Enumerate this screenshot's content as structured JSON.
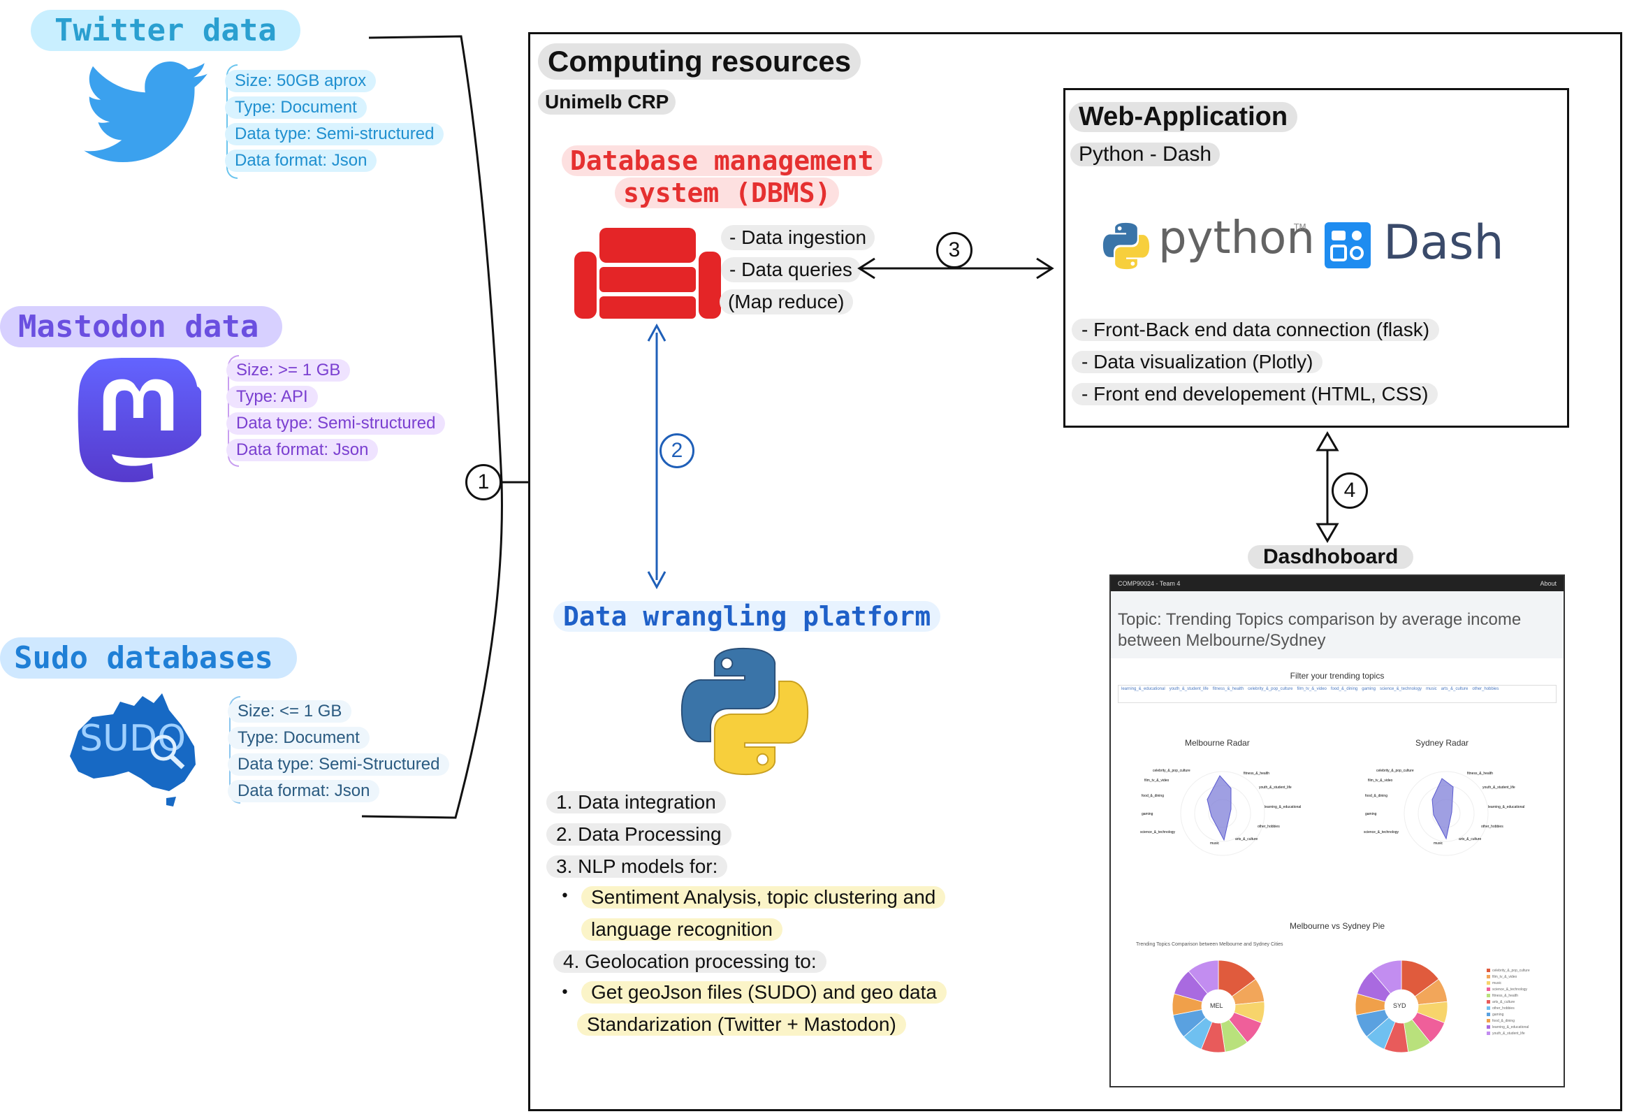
{
  "sources": {
    "twitter": {
      "title": "Twitter data",
      "icon": "twitter-bird-icon",
      "color": "#1da1f2",
      "attrs": [
        "Size: 50GB aprox",
        "Type: Document",
        "Data type: Semi-structured",
        "Data format: Json"
      ]
    },
    "mastodon": {
      "title": "Mastodon data",
      "icon": "mastodon-icon",
      "color": "#6a3fd4",
      "attrs": [
        "Size: >= 1 GB",
        "Type: API",
        "Data type: Semi-structured",
        "Data format: Json"
      ]
    },
    "sudo": {
      "title": "Sudo databases",
      "icon": "sudo-australia-icon",
      "logo_text": "SUDO",
      "color": "#1a7fd0",
      "attrs": [
        "Size: <= 1 GB",
        "Type: Document",
        "Data type: Semi-Structured",
        "Data format: Json"
      ]
    }
  },
  "computing": {
    "title": "Computing resources",
    "subtitle": "Unimelb CRP"
  },
  "dbms": {
    "title_line1": "Database management",
    "title_line2": "system (DBMS)",
    "icon": "couchdb-sofa-icon",
    "items": [
      "- Data ingestion",
      "- Data queries",
      "(Map reduce)"
    ]
  },
  "steps": [
    "1",
    "2",
    "3",
    "4"
  ],
  "webapp": {
    "title": "Web-Application",
    "subtitle": "Python - Dash",
    "python_logo_text": "python",
    "python_tm": "TM",
    "dash_logo_text": "Dash",
    "items": [
      "- Front-Back end data connection (flask)",
      "- Data visualization (Plotly)",
      "- Front end developement (HTML, CSS)"
    ]
  },
  "wrangling": {
    "title": "Data wrangling platform",
    "icon": "python-logo-icon",
    "items": [
      {
        "text": "1. Data integration",
        "type": "item"
      },
      {
        "text": "2. Data Processing",
        "type": "item"
      },
      {
        "text": "3. NLP models for:",
        "type": "item"
      },
      {
        "text": "Sentiment Analysis, topic clustering and",
        "type": "bullet"
      },
      {
        "text": "language recognition",
        "type": "cont"
      },
      {
        "text": "4. Geolocation processing to:",
        "type": "item"
      },
      {
        "text": "Get geoJson files (SUDO) and geo data",
        "type": "bullet"
      },
      {
        "text": "Standarization (Twitter + Mastodon)",
        "type": "cont"
      }
    ],
    "bullet_glyph": "•"
  },
  "dashboard": {
    "label": "Dasdhoboard",
    "topbar_title": "COMP90024 - Team 4",
    "topbar_right": "About",
    "topic": "Topic: Trending Topics comparison by average income between Melbourne/Sydney",
    "filter_title": "Filter your trending topics",
    "filter_tags": [
      "learning_&_educational",
      "youth_&_student_life",
      "fitness_&_health",
      "celebrity_&_pop_culture",
      "film_tv_&_video",
      "food_&_dining",
      "gaming",
      "science_&_technology",
      "music",
      "arts_&_culture",
      "other_hobbies"
    ],
    "radar_left_title": "Melbourne Radar",
    "radar_right_title": "Sydney Radar",
    "radar_axes": [
      "celebrity_&_pop_culture",
      "fitness_&_health",
      "youth_&_student_life",
      "learning_&_educational",
      "other_hobbies",
      "arts_&_culture",
      "music",
      "science_&_technology",
      "gaming",
      "food_&_dining",
      "film_tv_&_video"
    ],
    "pie_section_title": "Melbourne vs Sydney Pie",
    "pie_subtitle": "Trending Topics Comparison between Melbourne and Sydney Cities",
    "pie_left_center": "MEL",
    "pie_right_center": "SYD",
    "pie_colors": [
      "#e05b3d",
      "#f2a65a",
      "#f7d46b",
      "#ef5f9a",
      "#b9e17c",
      "#e85b5b",
      "#6fc0f0",
      "#5aa1e0",
      "#f0a04a",
      "#a96ae0",
      "#c28df0"
    ],
    "legend_items": [
      "celebrity_&_pop_culture",
      "film_tv_&_video",
      "music",
      "science_&_technology",
      "fitness_&_health",
      "arts_&_culture",
      "other_hobbies",
      "gaming",
      "food_&_dining",
      "learning_&_educational",
      "youth_&_student_life"
    ]
  }
}
